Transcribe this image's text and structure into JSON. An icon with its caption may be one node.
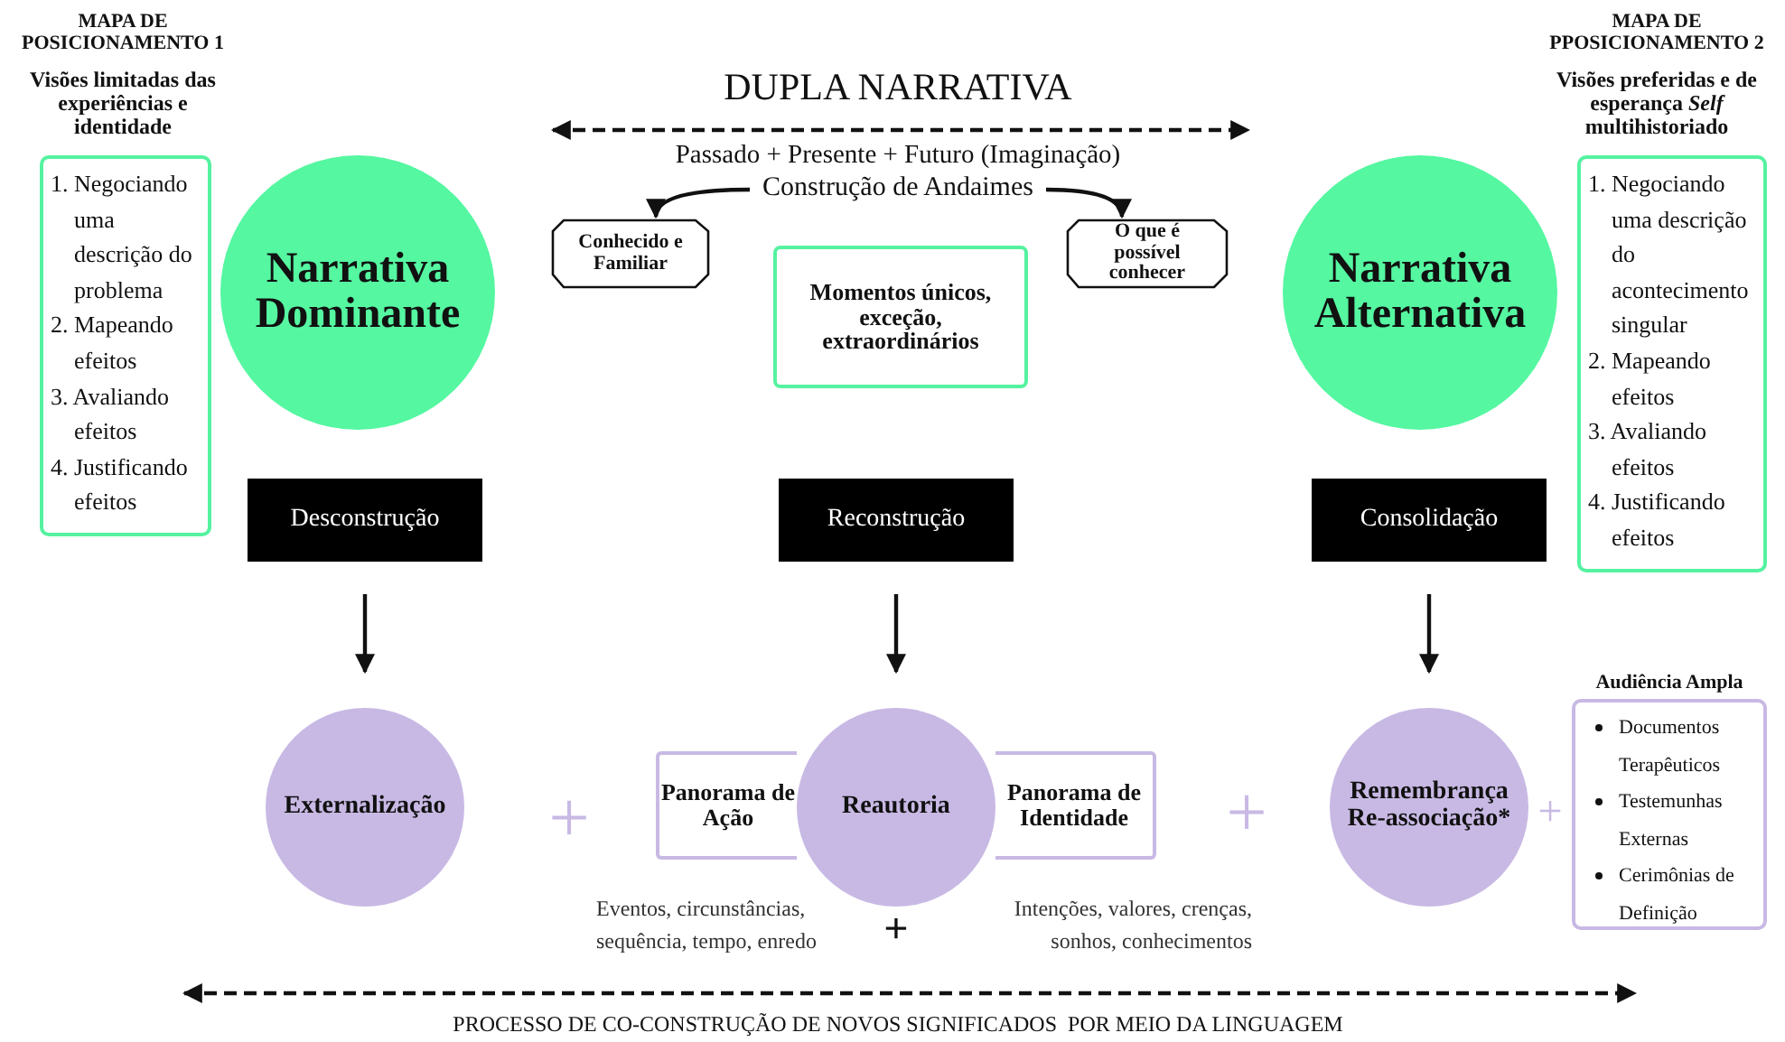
{
  "diagram": {
    "title": "DUPLA NARRATIVA",
    "nodes": [
      {
        "text": [
          "MAPA DE POSICIONAMENTO 1",
          "Visões limitadas das experiências e identidade",
          "1. Negociando uma descrição do problema",
          "2. Mapeando efeitos",
          "3. Avaliando efeitos",
          "4. Justificando efeitos"
        ]
      },
      {
        "text": [
          "Narrativa Dominante"
        ]
      },
      {
        "text": [
          "Construção de Andaimes"
        ]
      },
      {
        "text": [
          "Conhecido e Familiar"
        ]
      },
      {
        "text": [
          "O que é possível conhecer"
        ]
      },
      {
        "text": [
          "Momentos únicos, exceção, extraordinários"
        ]
      },
      {
        "text": [
          "Narrativa Alternativa"
        ]
      },
      {
        "text": [
          "MAPA DE PPOSICIONAMENTO 2",
          "Visões preferidas e de esperança *Self* multihistoriado",
          "1. Negociando uma descrição do acontecimento singular",
          "2. Mapeando efeitos",
          "3. Avaliando efeitos",
          "4. Justificando efeitos"
        ]
      },
      {
        "text": [
          "Desconstrução"
        ]
      },
      {
        "text": [
          "Reconstrução"
        ]
      },
      {
        "text": [
          "Consolidação"
        ]
      },
      {
        "text": [
          "Externalização"
        ]
      },
      {
        "text": [
          "Panorama de Ação"
        ]
      },
      {
        "text": [
          "Reautoria"
        ]
      },
      {
        "text": [
          "Panorama de Identidade"
        ]
      },
      {
        "text": [
          "Remembrança Re-associação*"
        ]
      },
      {
        "text": [
          "Audiência Ampla",
          "Documentos Terapêuticos",
          "Testemunhas Externas",
          "Cerimônias de Definição"
        ]
      }
    ],
    "edges": [
      {
        "from": 2,
        "to": 3,
        "arrow": "to"
      },
      {
        "from": 2,
        "to": 4,
        "arrow": "to"
      },
      {
        "from": 8,
        "to": 11,
        "arrow": "to"
      },
      {
        "from": 9,
        "to": 13,
        "arrow": "to"
      },
      {
        "from": 10,
        "to": 15,
        "arrow": "to"
      }
    ],
    "labels": [
      "Passado + Presente + Futuro (Imaginação)",
      "+",
      "+",
      "+",
      "Eventos, circunstâncias, sequência, tempo, enredo",
      "+",
      "Intenções, valores, crenças, sonhos, conhecimentos",
      "PROCESSO DE CO-CONSTRUÇÃO DE NOVOS SIGNIFICADOS  POR MEIO DA LINGUAGEM"
    ]
  }
}
